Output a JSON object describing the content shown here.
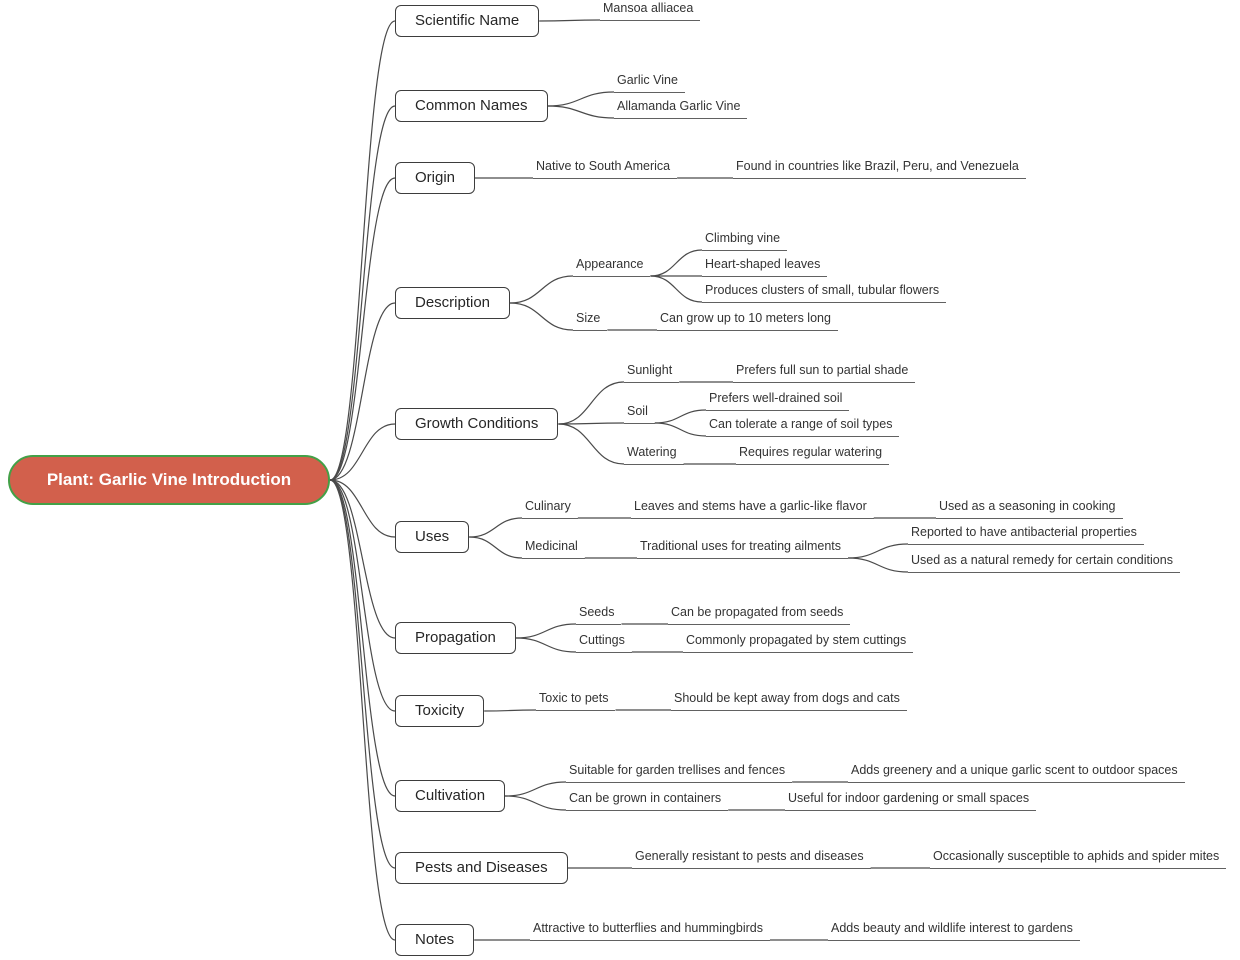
{
  "root": {
    "label": "Plant: Garlic Vine Introduction"
  },
  "branches": [
    {
      "label": "Scientific Name",
      "children": [
        {
          "label": "Mansoa alliacea"
        }
      ]
    },
    {
      "label": "Common Names",
      "children": [
        {
          "label": "Garlic Vine"
        },
        {
          "label": "Allamanda Garlic Vine"
        }
      ]
    },
    {
      "label": "Origin",
      "children": [
        {
          "label": "Native to South America",
          "children": [
            {
              "label": "Found in countries like Brazil, Peru, and Venezuela"
            }
          ]
        }
      ]
    },
    {
      "label": "Description",
      "children": [
        {
          "label": "Appearance",
          "children": [
            {
              "label": "Climbing vine"
            },
            {
              "label": "Heart-shaped leaves"
            },
            {
              "label": "Produces clusters of small, tubular flowers"
            }
          ]
        },
        {
          "label": "Size",
          "children": [
            {
              "label": "Can grow up to 10 meters long"
            }
          ]
        }
      ]
    },
    {
      "label": "Growth Conditions",
      "children": [
        {
          "label": "Sunlight",
          "children": [
            {
              "label": "Prefers full sun to partial shade"
            }
          ]
        },
        {
          "label": "Soil",
          "children": [
            {
              "label": "Prefers well-drained soil"
            },
            {
              "label": "Can tolerate a range of soil types"
            }
          ]
        },
        {
          "label": "Watering",
          "children": [
            {
              "label": "Requires regular watering"
            }
          ]
        }
      ]
    },
    {
      "label": "Uses",
      "children": [
        {
          "label": "Culinary",
          "children": [
            {
              "label": "Leaves and stems have a garlic-like flavor",
              "children": [
                {
                  "label": "Used as a seasoning in cooking"
                }
              ]
            }
          ]
        },
        {
          "label": "Medicinal",
          "children": [
            {
              "label": "Traditional uses for treating ailments",
              "children": [
                {
                  "label": "Reported to have antibacterial properties"
                },
                {
                  "label": "Used as a natural remedy for certain conditions"
                }
              ]
            }
          ]
        }
      ]
    },
    {
      "label": "Propagation",
      "children": [
        {
          "label": "Seeds",
          "children": [
            {
              "label": "Can be propagated from seeds"
            }
          ]
        },
        {
          "label": "Cuttings",
          "children": [
            {
              "label": "Commonly propagated by stem cuttings"
            }
          ]
        }
      ]
    },
    {
      "label": "Toxicity",
      "children": [
        {
          "label": "Toxic to pets",
          "children": [
            {
              "label": "Should be kept away from dogs and cats"
            }
          ]
        }
      ]
    },
    {
      "label": "Cultivation",
      "children": [
        {
          "label": "Suitable for garden trellises and fences",
          "children": [
            {
              "label": "Adds greenery and a unique garlic scent to outdoor spaces"
            }
          ]
        },
        {
          "label": "Can be grown in containers",
          "children": [
            {
              "label": "Useful for indoor gardening or small spaces"
            }
          ]
        }
      ]
    },
    {
      "label": "Pests and Diseases",
      "children": [
        {
          "label": "Generally resistant to pests and diseases",
          "children": [
            {
              "label": "Occasionally susceptible to aphids and spider mites"
            }
          ]
        }
      ]
    },
    {
      "label": "Notes",
      "children": [
        {
          "label": "Attractive to butterflies and hummingbirds",
          "children": [
            {
              "label": "Adds beauty and wildlife interest to gardens"
            }
          ]
        }
      ]
    }
  ],
  "theme": {
    "root_fill": "#d2604c",
    "root_border": "#43a047",
    "root_text": "#ffffff",
    "line": "#4a4a4a",
    "underline": "#616161",
    "box_border": "#3d3d3d",
    "background": "#ffffff"
  }
}
